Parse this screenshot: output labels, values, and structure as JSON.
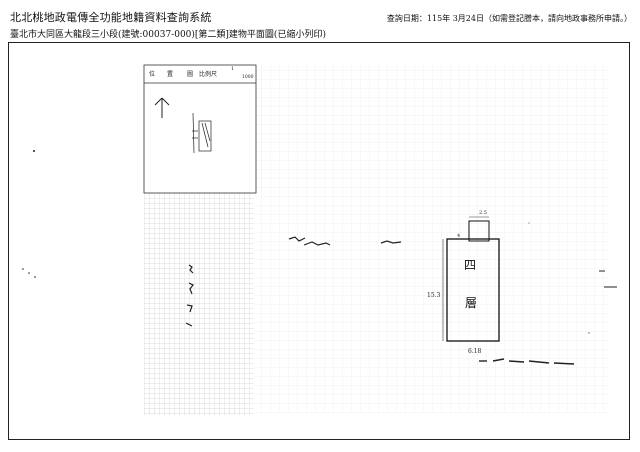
{
  "header": {
    "title": "北北桃地政電傳全功能地籍資料查詢系統",
    "subtitle": "臺北市大同區大龍段三小段(建號:00037-000)[第二類]建物平面圖(已縮小列印)",
    "query_date": "查詢日期：115年 3月24日（如需登記謄本，請向地政事務所申請。）"
  },
  "plan": {
    "legend": {
      "label_1": "位",
      "label_2": "置",
      "label_3": "圖",
      "scale_label": "比例尺",
      "scale_num": "1",
      "scale_den": "1000"
    },
    "dimensions": {
      "top": "2.5",
      "left": "15.3",
      "bottom": "6.18",
      "small": "4"
    },
    "floor_text": {
      "char_1": "四",
      "char_2": "層"
    }
  }
}
